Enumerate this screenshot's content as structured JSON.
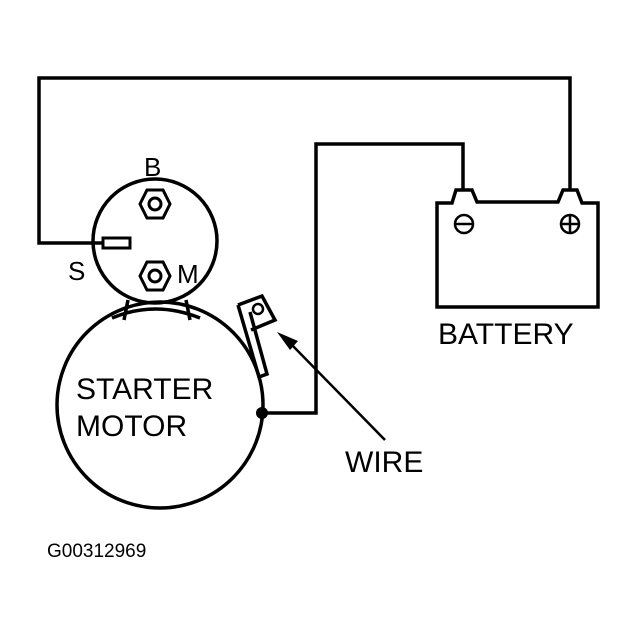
{
  "diagram": {
    "labels": {
      "terminal_b": "B",
      "terminal_s": "S",
      "terminal_m": "M",
      "starter_line1": "STARTER",
      "starter_line2": "MOTOR",
      "wire": "WIRE",
      "battery": "BATTERY",
      "figure_id": "G00312969"
    },
    "battery_symbols": {
      "negative": "−",
      "positive": "+"
    },
    "colors": {
      "ink": "#000000",
      "background": "#ffffff"
    }
  }
}
